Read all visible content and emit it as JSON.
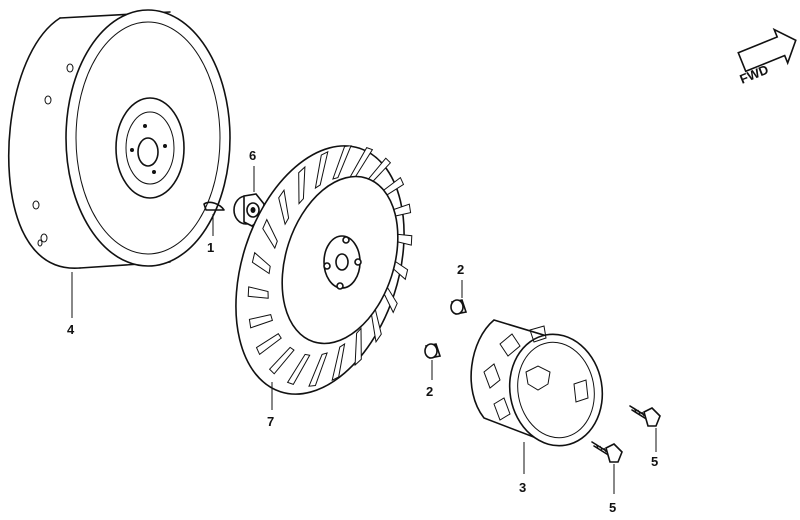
{
  "diagram": {
    "direction_label": "FWD",
    "callouts": [
      {
        "id": "flywheel",
        "label": "4"
      },
      {
        "id": "cooling-fan",
        "label": "1"
      },
      {
        "id": "flange-nut",
        "label": "6"
      },
      {
        "id": "woodruff-key",
        "label": "7"
      },
      {
        "id": "dowel-pin-upper",
        "label": "2"
      },
      {
        "id": "dowel-pin-lower",
        "label": "2"
      },
      {
        "id": "starter-pulley",
        "label": "3"
      },
      {
        "id": "flange-bolt-right",
        "label": "5"
      },
      {
        "id": "flange-bolt-lower",
        "label": "5"
      }
    ]
  }
}
